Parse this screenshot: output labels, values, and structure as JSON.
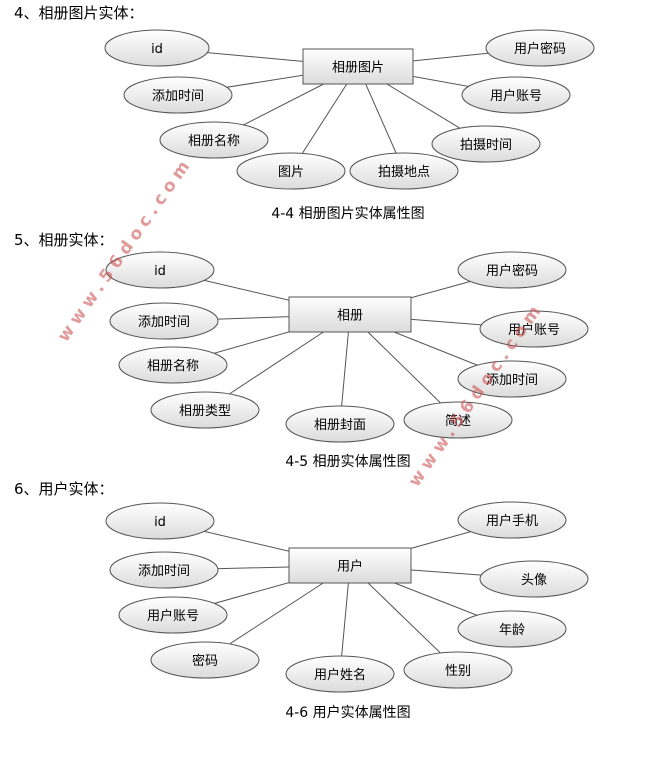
{
  "colors": {
    "line": "#555555",
    "fill_light": "#ffffff",
    "fill_dark": "#dcdcdc",
    "watermark": "#c84646"
  },
  "sections": [
    {
      "heading": "4、相册图片实体：",
      "caption": "4-4 相册图片实体属性图",
      "entity": "相册图片",
      "attributes": [
        "id",
        "添加时间",
        "相册名称",
        "图片",
        "拍摄地点",
        "拍摄时间",
        "用户账号",
        "用户密码"
      ]
    },
    {
      "heading": "5、相册实体：",
      "caption": "4-5 相册实体属性图",
      "entity": "相册",
      "attributes": [
        "id",
        "添加时间",
        "相册名称",
        "相册类型",
        "相册封面",
        "简述",
        "添加时间",
        "用户账号",
        "用户密码"
      ]
    },
    {
      "heading": "6、用户实体：",
      "caption": "4-6 用户实体属性图",
      "entity": "用户",
      "attributes": [
        "id",
        "添加时间",
        "用户账号",
        "密码",
        "用户姓名",
        "性别",
        "年龄",
        "头像",
        "用户手机"
      ]
    }
  ],
  "watermarks": [
    "www.56doc.com",
    "www.56doc.com"
  ]
}
